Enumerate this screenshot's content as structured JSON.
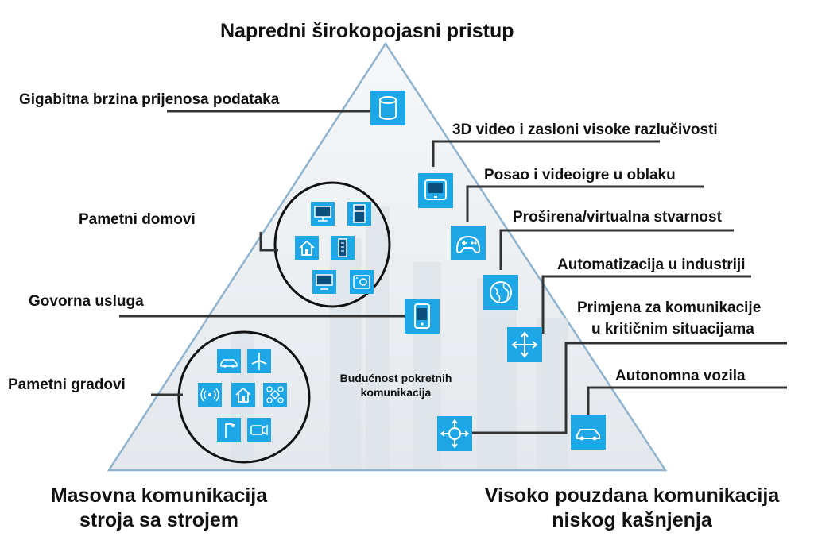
{
  "title": "Napredni širokopojasni pristup",
  "corners": {
    "bottom_left": [
      "Masovna komunikacija",
      "stroja sa strojem"
    ],
    "bottom_right": [
      "Visoko pouzdana komunikacija",
      "niskog kašnjenja"
    ]
  },
  "center_text": [
    "Budućnost pokretnih",
    "komunikacija"
  ],
  "callouts": {
    "gigabit": "Gigabitna brzina prijenosa podataka",
    "video3d": "3D video i zasloni visoke razlučivosti",
    "cloud": "Posao i videoigre u oblaku",
    "arvr": "Proširena/virtualna stvarnost",
    "industry": "Automatizacija u industriji",
    "critical": [
      "Primjena za komunikacije",
      "u kritičnim situacijama"
    ],
    "autonomous": "Autonomna vozila",
    "homes": "Pametni domovi",
    "voice": "Govorna usluga",
    "cities": "Pametni gradovi"
  },
  "icons": {
    "gigabit": "database-icon",
    "video3d": "monitor-icon",
    "cloud": "gamepad-icon",
    "arvr": "globe-icon",
    "industry": "move-arrows-icon",
    "autonomous": "car-icon",
    "critical": "crosshair-network-icon",
    "voice": "smartphone-icon",
    "home_tv": "tv-icon",
    "home_fridge": "fridge-icon",
    "home_house": "house-icon",
    "home_building": "building-icon",
    "home_monitor": "monitor-icon",
    "home_washer": "washing-machine-icon",
    "city_car": "car-icon",
    "city_wind": "wind-turbine-icon",
    "city_signal": "wireless-signal-icon",
    "city_house": "house-icon",
    "city_drone": "drone-icon",
    "city_streetlight": "street-light-icon",
    "city_camera": "video-camera-icon"
  },
  "colors": {
    "icon_bg": "#1ea7e6",
    "triangle_fill": "#eef1f4",
    "triangle_edge": "#8fb4cf",
    "line": "#333333"
  }
}
